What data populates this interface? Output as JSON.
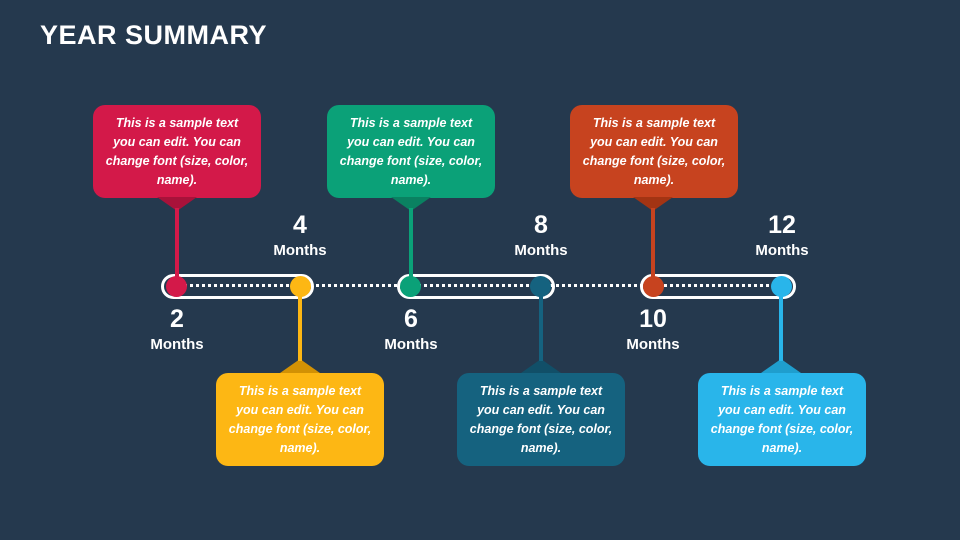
{
  "slide": {
    "title": "YEAR SUMMARY"
  },
  "colors": {
    "background": "#25394E",
    "timeline_outline": "#FFFFFF",
    "text": "#FFFFFF"
  },
  "timeline": {
    "items": [
      {
        "number": "2",
        "unit": "Months",
        "label_position": "below",
        "callout_position": "above",
        "color": "#D31949",
        "pointer_color": "#A8123A",
        "callout_text": "This is a sample text you can edit. You can change font (size, color, name)."
      },
      {
        "number": "4",
        "unit": "Months",
        "label_position": "above",
        "callout_position": "below",
        "color": "#FDB714",
        "pointer_color": "#D29104",
        "callout_text": "This is a sample text you can edit. You can change font (size, color, name)."
      },
      {
        "number": "6",
        "unit": "Months",
        "label_position": "below",
        "callout_position": "above",
        "color": "#0BA178",
        "pointer_color": "#0A8161",
        "callout_text": "This is a sample text you can edit. You can change font (size, color, name)."
      },
      {
        "number": "8",
        "unit": "Months",
        "label_position": "above",
        "callout_position": "below",
        "color": "#15627F",
        "pointer_color": "#114F68",
        "callout_text": "This is a sample text you can edit. You can change font (size, color, name)."
      },
      {
        "number": "10",
        "unit": "Months",
        "label_position": "below",
        "callout_position": "above",
        "color": "#C7431F",
        "pointer_color": "#A33413",
        "callout_text": "This is a sample text you can edit. You can change font (size, color, name)."
      },
      {
        "number": "12",
        "unit": "Months",
        "label_position": "above",
        "callout_position": "below",
        "color": "#29B5EA",
        "pointer_color": "#1F9ECE",
        "callout_text": "This is a sample text you can edit. You can change font (size, color, name)."
      }
    ]
  }
}
